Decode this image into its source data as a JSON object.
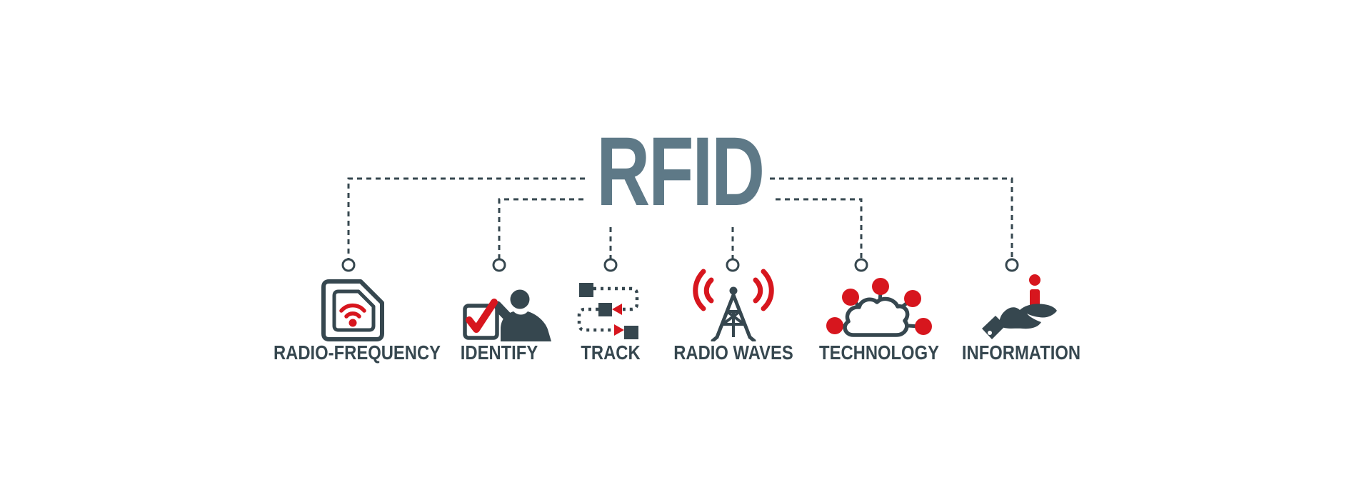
{
  "banner": {
    "title": "RFID",
    "items": [
      {
        "label": "RADIO-FREQUENCY",
        "icon": "rfid-tag-icon"
      },
      {
        "label": "IDENTIFY",
        "icon": "person-checkbox-icon"
      },
      {
        "label": "TRACK",
        "icon": "tracking-path-icon"
      },
      {
        "label": "RADIO WAVES",
        "icon": "antenna-tower-icon"
      },
      {
        "label": "TECHNOLOGY",
        "icon": "cloud-network-icon"
      },
      {
        "label": "INFORMATION",
        "icon": "hand-info-icon"
      }
    ],
    "colors": {
      "title": "#5e7987",
      "dark": "#36474f",
      "accent_red": "#d7161e",
      "background": "#ffffff"
    }
  }
}
